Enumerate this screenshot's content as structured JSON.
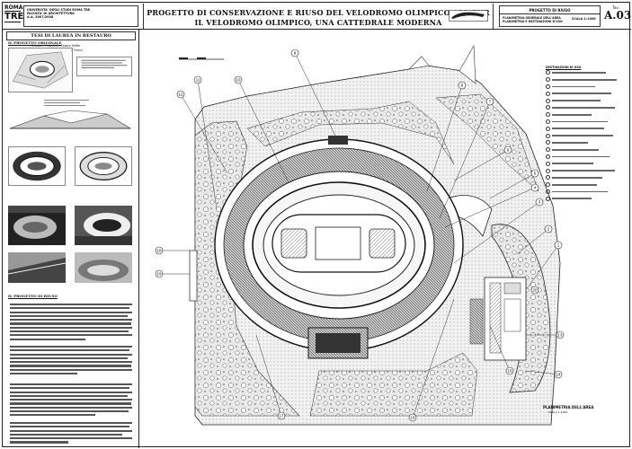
{
  "header": {
    "logo_top": "ROMA",
    "logo_bottom": "TRE",
    "university_lines": [
      "UNIVERSITA' DEGLI STUDI ROMA TRE",
      "FACOLTA' DI ARCHITETTURA",
      "A.A. 2007/2008"
    ],
    "title_line1": "PROGETTO DI CONSERVAZIONE E RIUSO DEL VELODROMO OLIMPICO ALL'EUR",
    "title_line2": "IL VELODROMO OLIMPICO, UNA CATTEDRALE MODERNA",
    "project_label": "PROGETTO DI RIUSO",
    "project_sub": "PLANIMETRIA GENERALE DELL'AREA PLANIMETRIA E DESTINAZIONI D'USO",
    "scale": "SCALA 1:1000",
    "tav_label": "Tav.",
    "tav_number": "A.03"
  },
  "left": {
    "thesis_title": "TESI DI LAUREA IN RESTAURO",
    "thesis_sub": [
      "Relatore: Prof. Arch. Cesare Feiffer",
      "Laureando: Paolo Rossi, Luca Franzi"
    ],
    "section1": "IL PROGETTO ORIGINALE",
    "section2": "IL PROGETTO DI RIUSO"
  },
  "plan": {
    "callouts": [
      "1",
      "2",
      "3",
      "4",
      "5",
      "6",
      "7",
      "8",
      "9",
      "10",
      "11",
      "12",
      "13",
      "14",
      "15",
      "16",
      "17",
      "18",
      "19",
      "20"
    ],
    "title": "PLANIMETRIA DELL'AREA",
    "scale_text": "SCALA 1:1000"
  },
  "legend": {
    "title": "DESTINAZIONI DI USO"
  }
}
